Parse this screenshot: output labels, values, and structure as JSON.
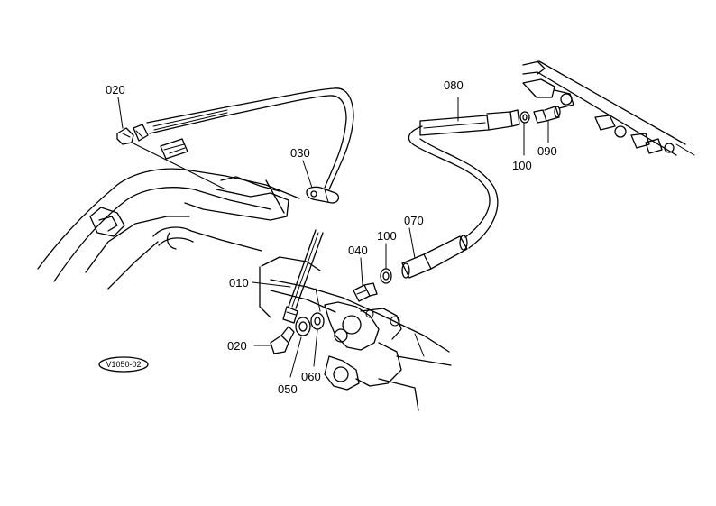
{
  "labels": {
    "p020_top": "020",
    "p030": "030",
    "p010": "010",
    "p020_bottom": "020",
    "p050": "050",
    "p060": "060",
    "p040": "040",
    "p100_mid": "100",
    "p070": "070",
    "p080": "080",
    "p100_top": "100",
    "p090": "090"
  },
  "diagram_code": "V1050-02"
}
